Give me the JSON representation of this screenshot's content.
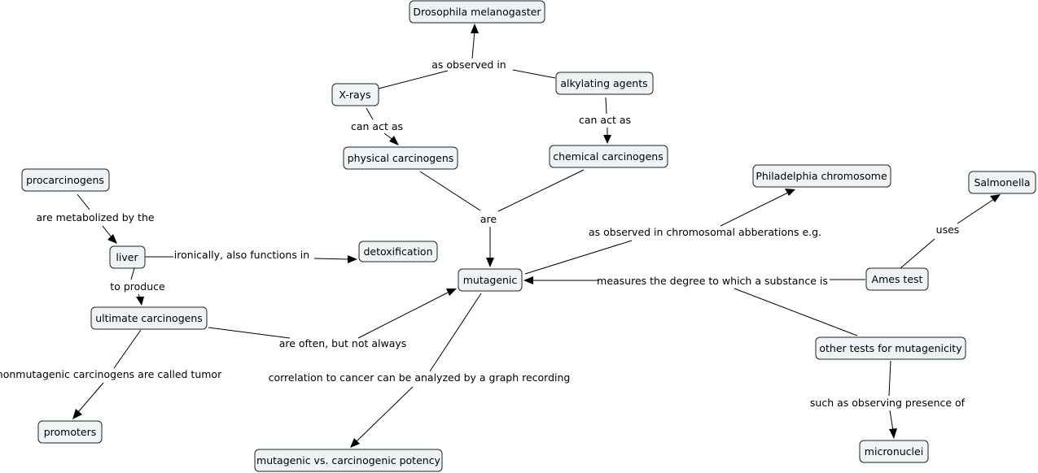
{
  "nodes": {
    "drosophila": "Drosophila melanogaster",
    "xrays": "X-rays",
    "alkylating": "alkylating agents",
    "physical": "physical carcinogens",
    "chemical": "chemical carcinogens",
    "procarcinogens": "procarcinogens",
    "liver": "liver",
    "detox": "detoxification",
    "ultimate": "ultimate carcinogens",
    "promoters": "promoters",
    "mutagenic": "mutagenic",
    "potency": "mutagenic vs. carcinogenic potency",
    "philadelphia": "Philadelphia chromosome",
    "salmonella": "Salmonella",
    "ames": "Ames test",
    "othertests": "other tests for mutagenicity",
    "micronuclei": "micronuclei"
  },
  "links": {
    "observed_in": "as observed in",
    "can_act_as_1": "can act as",
    "can_act_as_2": "can act as",
    "are": "are",
    "metabolized": "are metabolized by the",
    "ironically": "ironically, also functions in",
    "to_produce": "to produce",
    "often": "are often, but not always",
    "nonmutagenic": "nonmutagenic carcinogens are called tumor",
    "correlation": "correlation to cancer can be analyzed by a graph recording",
    "chromosomal": "as observed in chromosomal abberations e.g.",
    "measures": "measures the degree to which a substance is",
    "uses": "uses",
    "such_as": "such as observing presence of"
  }
}
